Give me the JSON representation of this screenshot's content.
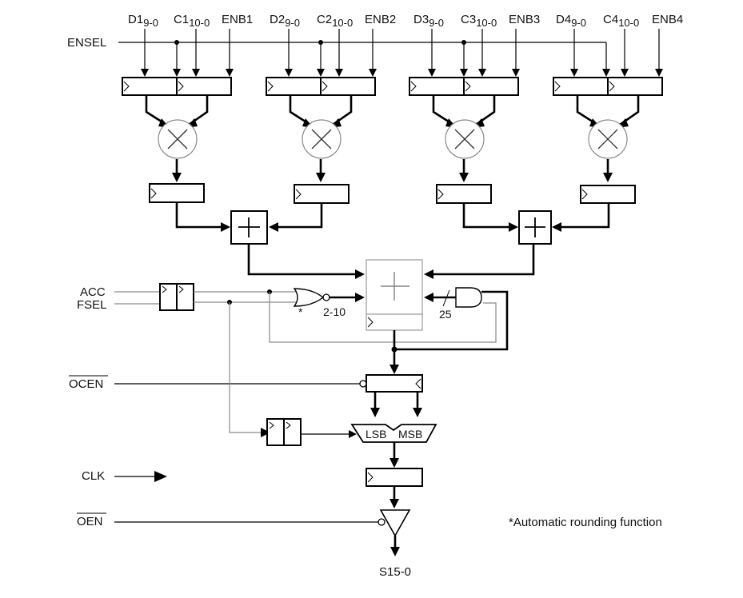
{
  "diagram": {
    "inputs": {
      "ensel": "ENSEL",
      "acc": "ACC",
      "fsel": "FSEL",
      "ocen": "OCEN",
      "clk": "CLK",
      "oen": "OEN"
    },
    "channels": [
      {
        "d": "D1",
        "d_sub": "9-0",
        "c": "C1",
        "c_sub": "10-0",
        "enb": "ENB1"
      },
      {
        "d": "D2",
        "d_sub": "9-0",
        "c": "C2",
        "c_sub": "10-0",
        "enb": "ENB2"
      },
      {
        "d": "D3",
        "d_sub": "9-0",
        "c": "C3",
        "c_sub": "10-0",
        "enb": "ENB3"
      },
      {
        "d": "D4",
        "d_sub": "9-0",
        "c": "C4",
        "c_sub": "10-0",
        "enb": "ENB4"
      }
    ],
    "labels": {
      "rounding_bits": "2-10",
      "rounding_star": "*",
      "bus_width": "25",
      "mux_lsb": "LSB",
      "mux_msb": "MSB",
      "output": "S15-0",
      "footnote": "*Automatic rounding function"
    }
  }
}
